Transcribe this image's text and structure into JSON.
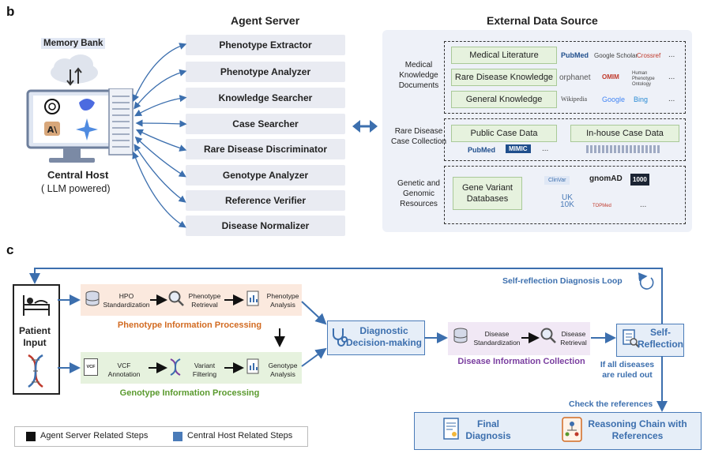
{
  "panel_b": {
    "letter": "b",
    "agent_server_title": "Agent Server",
    "external_title": "External Data Source",
    "memory_bank": "Memory Bank",
    "central_host": "Central Host",
    "central_host_sub": "( LLM powered)",
    "agents": [
      "Phenotype Extractor",
      "Phenotype Analyzer",
      "Knowledge Searcher",
      "Case Searcher",
      "Rare Disease Discriminator",
      "Genotype Analyzer",
      "Reference Verifier",
      "Disease Normalizer"
    ],
    "groups": {
      "medical": {
        "label": "Medical Knowledge Documents",
        "items": [
          "Medical Literature",
          "Rare Disease Knowledge",
          "General Knowledge"
        ],
        "logos_row1": [
          "PubMed",
          "Google Scholar",
          "Crossref",
          "..."
        ],
        "logos_row2": [
          "orphanet",
          "OMIM",
          "Human Phenotype Ontology",
          "..."
        ],
        "logos_row3": [
          "Wikipedia",
          "Google",
          "Bing",
          "..."
        ]
      },
      "rare_case": {
        "label": "Rare Disease Case Collection",
        "items": [
          "Public Case Data",
          "In-house Case Data"
        ],
        "logos": [
          "PubMed",
          "MIMIC",
          "..."
        ]
      },
      "genetic": {
        "label": "Genetic and Genomic Resources",
        "items": [
          "Gene Variant Databases"
        ],
        "logos": [
          "ClinVar",
          "gnomAD",
          "1000",
          "UK 10K",
          "TOPMed",
          "..."
        ]
      }
    }
  },
  "panel_c": {
    "letter": "c",
    "patient_input": "Patient Input",
    "loop_label": "Self-reflection Diagnosis Loop",
    "phenotype": {
      "steps": [
        "HPO Standardization",
        "Phenotype Retrieval",
        "Phenotype Analysis"
      ],
      "title": "Phenotype Information Processing"
    },
    "genotype": {
      "steps": [
        "VCF Annotation",
        "Variant Filtering",
        "Genotype Analysis"
      ],
      "title": "Genotype Information Processing",
      "vcf_icon": "VCF"
    },
    "diagnostic": "Diagnostic Decision-making",
    "disease_info": {
      "steps": [
        "Disease Standardization",
        "Disease Retrieval"
      ],
      "title": "Disease Information Collection"
    },
    "self_reflection": "Self-Reflection",
    "ruled_out": "If all diseases are ruled out",
    "check_refs": "Check the references",
    "final_diagnosis": "Final Diagnosis",
    "reasoning": "Reasoning Chain with References",
    "legend": {
      "agent_steps": "Agent Server Related Steps",
      "host_steps": "Central Host Related Steps"
    },
    "colors": {
      "blue": "#3c6fae",
      "phenotype_bg": "#fbe9de",
      "phenotype_title": "#d26b22",
      "genotype_bg": "#e6f2de",
      "genotype_title": "#5a9a2e",
      "disease_bg": "#f1e8f5",
      "disease_title": "#7a3ea0"
    }
  }
}
